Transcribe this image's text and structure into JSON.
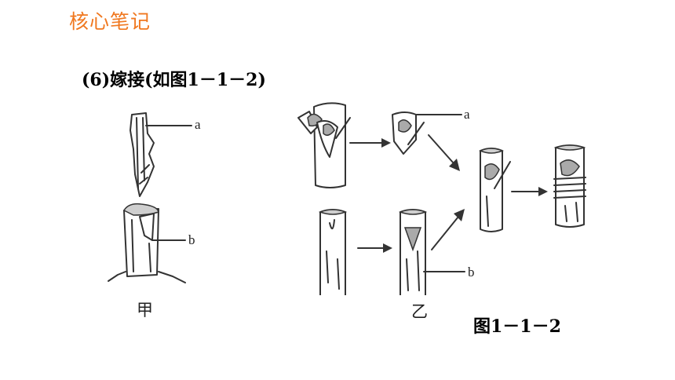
{
  "header": {
    "title": "核心笔记"
  },
  "section": {
    "subtitle": "(6)嫁接(如图1－1－2)"
  },
  "figure": {
    "caption": "图1－1－2",
    "panel_jia": {
      "label": "甲",
      "label_a": "a",
      "label_b": "b"
    },
    "panel_yi": {
      "label": "乙",
      "label_a": "a",
      "label_b": "b"
    }
  },
  "colors": {
    "header": "#f07820",
    "ink": "#333333"
  }
}
